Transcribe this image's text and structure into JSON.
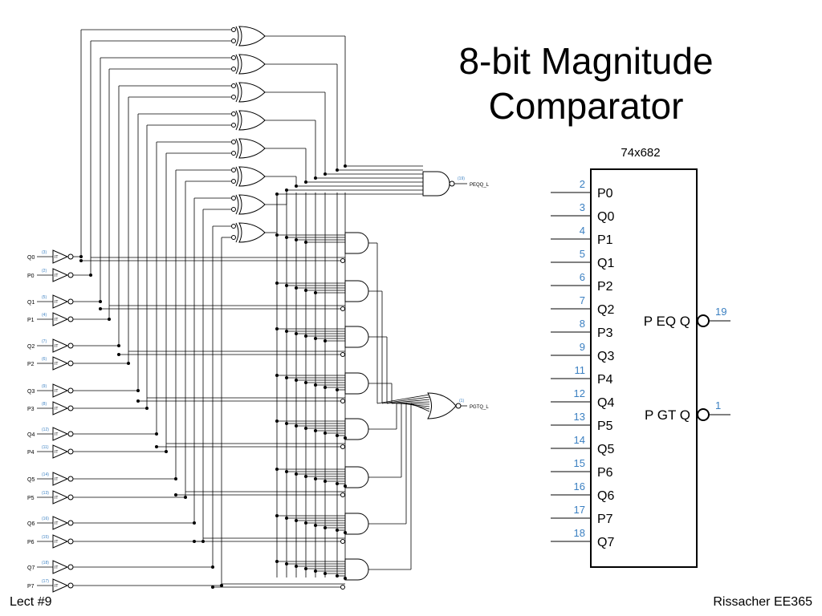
{
  "slide": {
    "title_line1": "8-bit Magnitude",
    "title_line2": "Comparator",
    "footer_left": "Lect #9",
    "footer_right": "Rissacher EE365"
  },
  "logic_schematic": {
    "inputs": [
      {
        "name": "Q0",
        "pin": "(3)"
      },
      {
        "name": "P0",
        "pin": "(2)"
      },
      {
        "name": "Q1",
        "pin": "(5)"
      },
      {
        "name": "P1",
        "pin": "(4)"
      },
      {
        "name": "Q2",
        "pin": "(7)"
      },
      {
        "name": "P2",
        "pin": "(6)"
      },
      {
        "name": "Q3",
        "pin": "(9)"
      },
      {
        "name": "P3",
        "pin": "(8)"
      },
      {
        "name": "Q4",
        "pin": "(12)"
      },
      {
        "name": "P4",
        "pin": "(11)"
      },
      {
        "name": "Q5",
        "pin": "(14)"
      },
      {
        "name": "P5",
        "pin": "(13)"
      },
      {
        "name": "Q6",
        "pin": "(16)"
      },
      {
        "name": "P6",
        "pin": "(15)"
      },
      {
        "name": "Q7",
        "pin": "(18)"
      },
      {
        "name": "P7",
        "pin": "(17)"
      }
    ],
    "buffer_label": "IT",
    "outputs": [
      {
        "name": "PEQQ_L",
        "pin": "(19)"
      },
      {
        "name": "PGTQ_L",
        "pin": "(1)"
      }
    ]
  },
  "chip": {
    "part_number": "74x682",
    "input_pins": [
      {
        "num": "2",
        "label": "P0"
      },
      {
        "num": "3",
        "label": "Q0"
      },
      {
        "num": "4",
        "label": "P1"
      },
      {
        "num": "5",
        "label": "Q1"
      },
      {
        "num": "6",
        "label": "P2"
      },
      {
        "num": "7",
        "label": "Q2"
      },
      {
        "num": "8",
        "label": "P3"
      },
      {
        "num": "9",
        "label": "Q3"
      },
      {
        "num": "11",
        "label": "P4"
      },
      {
        "num": "12",
        "label": "Q4"
      },
      {
        "num": "13",
        "label": "P5"
      },
      {
        "num": "14",
        "label": "Q5"
      },
      {
        "num": "15",
        "label": "P6"
      },
      {
        "num": "16",
        "label": "Q6"
      },
      {
        "num": "17",
        "label": "P7"
      },
      {
        "num": "18",
        "label": "Q7"
      }
    ],
    "output_pins": [
      {
        "num": "19",
        "label": "P EQ Q"
      },
      {
        "num": "1",
        "label": "P GT Q"
      }
    ]
  },
  "colors": {
    "pin_number": "#3a7fc1",
    "line": "#000000"
  }
}
